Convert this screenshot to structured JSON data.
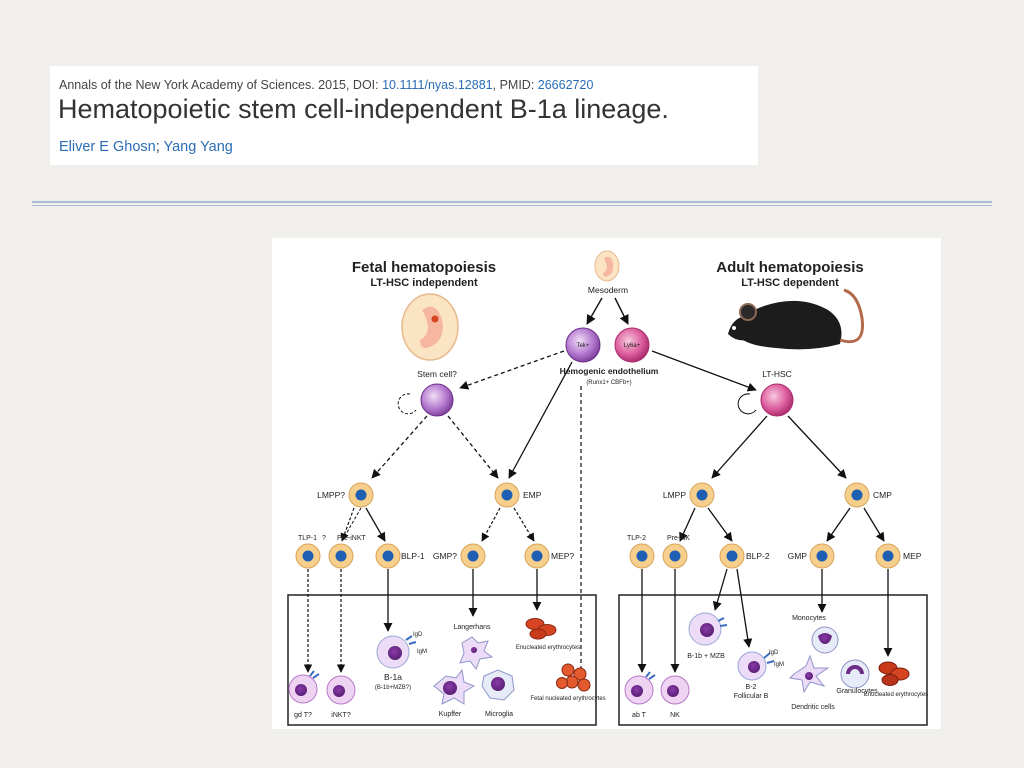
{
  "citation": {
    "journal_prefix": "Annals of the New York Academy of Sciences. 2015, DOI: ",
    "doi": "10.1111/nyas.12881",
    "pmid_prefix": ", PMID: ",
    "pmid": "26662720",
    "title": "Hematopoietic stem cell-independent B-1a lineage.",
    "authors": [
      "Eliver E Ghosn",
      "Yang Yang"
    ],
    "author_sep": "; "
  },
  "figure": {
    "fetal_title": "Fetal hematopoiesis",
    "fetal_subtitle": "LT-HSC independent",
    "adult_title": "Adult hematopoiesis",
    "adult_subtitle": "LT-HSC dependent",
    "mesoderm": "Mesoderm",
    "tek_label": "Tek+",
    "ly6a_label": "Ly6a+",
    "hemogenic": "Hemogenic endothelium",
    "hemogenic_markers": "(Runx1+ CBFb+)",
    "stem_cell": "Stem cell?",
    "lt_hsc": "LT-HSC",
    "lmpp_q": "LMPP?",
    "emp": "EMP",
    "lmpp": "LMPP",
    "cmp": "CMP",
    "tlp1": "TLP-1",
    "q": "?",
    "pre_inkt": "Pre-iNKT",
    "blp1": "BLP-1",
    "gmp_q": "GMP?",
    "mep_q": "MEP?",
    "tlp2": "TLP-2",
    "pre_nk": "Pre-NK",
    "blp2": "BLP-2",
    "gmp": "GMP",
    "mep": "MEP",
    "langerhans": "Langerhans",
    "enucleated": "Enucleated erythrocytes",
    "b1a": "B-1a",
    "b1a_sub": "(B-1b+MZB?)",
    "igd": "IgD",
    "igm": "IgM",
    "kupffer": "Kupffer",
    "microglia": "Microglia",
    "fetal_nucleated": "Fetal nucleated erythrocytes",
    "gd_t": "gd T?",
    "inkt": "iNKT?",
    "b1b_mzb": "B-1b + MZB",
    "monocytes": "Monocytes",
    "b2": "B-2",
    "follicular_b": "Follicular B",
    "granulocytes": "Granulocytes",
    "dendritic": "Dendritic cells",
    "ab_t": "ab T",
    "nk": "NK"
  },
  "colors": {
    "link": "#2a6db5",
    "rule": "#a9bcd7",
    "progenitor_fill": "#f6cf8c",
    "progenitor_nucleus": "#1f5fb3",
    "stem_fill": "#9c55b5",
    "pink_cell": "#d2438a",
    "erythrocyte": "#d64422"
  }
}
